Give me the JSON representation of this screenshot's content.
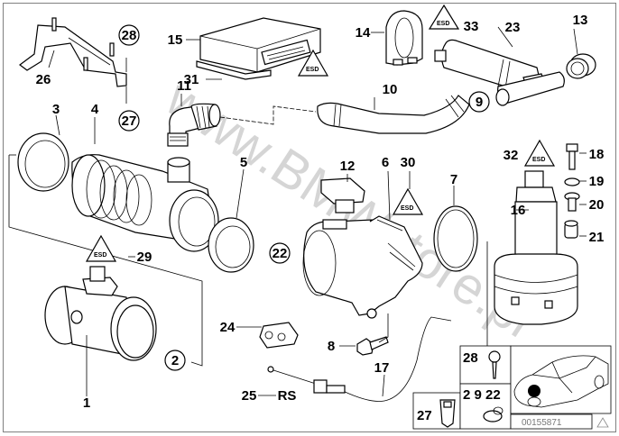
{
  "diagram": {
    "type": "exploded-parts-diagram",
    "watermark": "www.BMWstore.pl",
    "image_code": "00155871",
    "colors": {
      "line": "#000000",
      "watermark": "#c8c8c8",
      "frame": "#808080"
    },
    "callouts": [
      {
        "id": "1",
        "part": "air-mass-meter"
      },
      {
        "id": "2",
        "circled": true,
        "part": "hose-clamp-ref"
      },
      {
        "id": "3",
        "part": "ring"
      },
      {
        "id": "4",
        "part": "intake-boot"
      },
      {
        "id": "5",
        "part": "ring"
      },
      {
        "id": "6",
        "part": "throttle-housing"
      },
      {
        "id": "7",
        "part": "gasket"
      },
      {
        "id": "8",
        "part": "bolt"
      },
      {
        "id": "9",
        "circled": true,
        "part": "hose-clamp-ref"
      },
      {
        "id": "10",
        "part": "hose"
      },
      {
        "id": "11",
        "part": "elbow-connector"
      },
      {
        "id": "12",
        "part": "throttle-sensor"
      },
      {
        "id": "13",
        "part": "grommet"
      },
      {
        "id": "14",
        "part": "clip-bracket"
      },
      {
        "id": "15",
        "part": "control-unit"
      },
      {
        "id": "16",
        "part": "idle-actuator"
      },
      {
        "id": "17",
        "part": "bowden-cable"
      },
      {
        "id": "18",
        "part": "bolt"
      },
      {
        "id": "19",
        "part": "washer"
      },
      {
        "id": "20",
        "part": "bushing"
      },
      {
        "id": "21",
        "part": "rubber-mount"
      },
      {
        "id": "22",
        "circled": true,
        "part": "hose-clamp-ref"
      },
      {
        "id": "23",
        "part": "valve"
      },
      {
        "id": "24",
        "part": "cable-holder"
      },
      {
        "id": "25",
        "suffix": "RS",
        "part": "cable"
      },
      {
        "id": "26",
        "part": "bracket"
      },
      {
        "id": "27",
        "circled": true,
        "part": "clip-nut-ref"
      },
      {
        "id": "28",
        "circled": true,
        "part": "screw-ref"
      },
      {
        "id": "29",
        "warning": true,
        "part": "esd-warning"
      },
      {
        "id": "30",
        "warning": true,
        "part": "esd-warning"
      },
      {
        "id": "31",
        "warning": true,
        "part": "esd-warning"
      },
      {
        "id": "32",
        "warning": true,
        "part": "esd-warning"
      },
      {
        "id": "33",
        "warning": true,
        "part": "esd-warning"
      }
    ],
    "legend_boxes": [
      {
        "label": "27",
        "part": "clip-nut"
      },
      {
        "label": "28",
        "part": "screw"
      },
      {
        "label": "2  9 22",
        "part": "hose-clamp"
      }
    ],
    "warning_symbol_text": "ESD"
  }
}
